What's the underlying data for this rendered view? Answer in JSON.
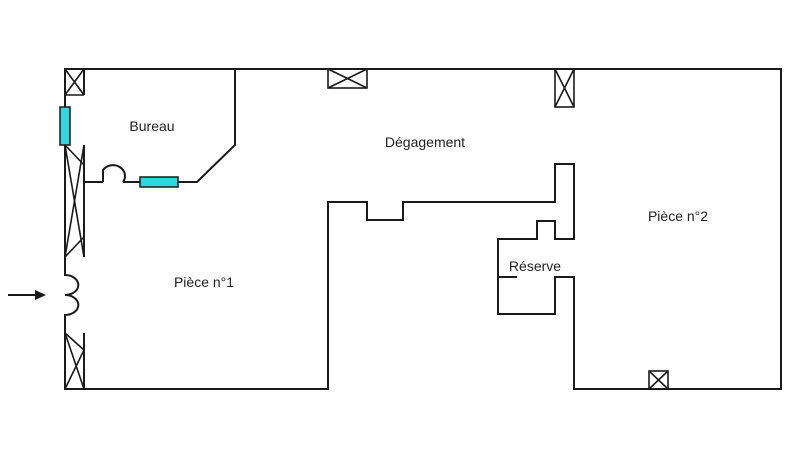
{
  "plan": {
    "rooms": [
      {
        "id": "bureau",
        "label": "Bureau"
      },
      {
        "id": "degagement",
        "label": "Dégagement"
      },
      {
        "id": "piece1",
        "label": "Pièce n°1"
      },
      {
        "id": "piece2",
        "label": "Pièce n°2"
      },
      {
        "id": "reserve",
        "label": "Réserve"
      }
    ],
    "colors": {
      "walls": "#1a1a1a",
      "window": "#33d6e0",
      "background": "#ffffff"
    },
    "entrance_icon": "arrow-right-icon"
  }
}
